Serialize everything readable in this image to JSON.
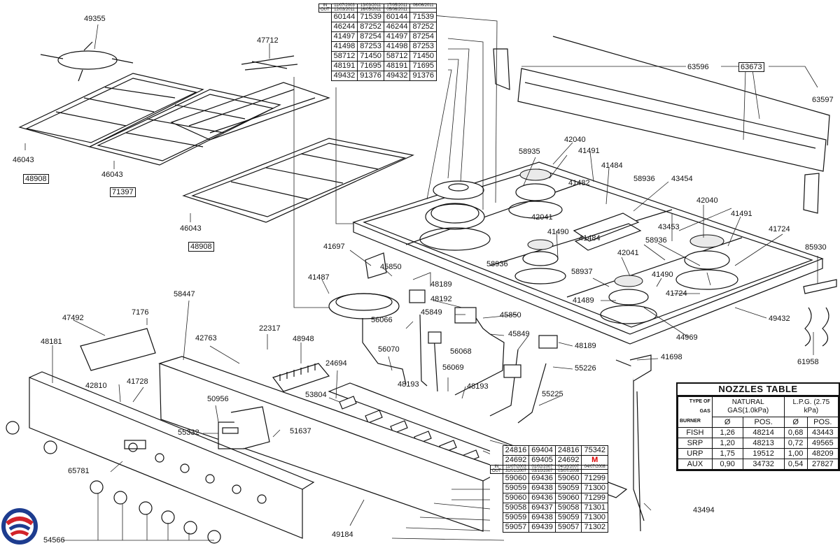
{
  "part_labels": [
    {
      "id": "49355",
      "text": "49355"
    },
    {
      "id": "47712",
      "text": "47712"
    },
    {
      "id": "46043a",
      "text": "46043"
    },
    {
      "id": "48908a",
      "text": "48908",
      "boxed": true
    },
    {
      "id": "46043b",
      "text": "46043"
    },
    {
      "id": "71397",
      "text": "71397",
      "boxed": true
    },
    {
      "id": "46043c",
      "text": "46043"
    },
    {
      "id": "48908b",
      "text": "48908",
      "boxed": true
    },
    {
      "id": "63596",
      "text": "63596"
    },
    {
      "id": "63673",
      "text": "63673",
      "boxed": true
    },
    {
      "id": "63597",
      "text": "63597"
    },
    {
      "id": "42040a",
      "text": "42040"
    },
    {
      "id": "58935",
      "text": "58935"
    },
    {
      "id": "41491a",
      "text": "41491"
    },
    {
      "id": "41484a",
      "text": "41484"
    },
    {
      "id": "41482",
      "text": "41482"
    },
    {
      "id": "58936a",
      "text": "58936"
    },
    {
      "id": "43454",
      "text": "43454"
    },
    {
      "id": "42041a",
      "text": "42041"
    },
    {
      "id": "42040b",
      "text": "42040"
    },
    {
      "id": "41491b",
      "text": "41491"
    },
    {
      "id": "43453",
      "text": "43453"
    },
    {
      "id": "41724a",
      "text": "41724"
    },
    {
      "id": "41490a",
      "text": "41490"
    },
    {
      "id": "41484b",
      "text": "41484"
    },
    {
      "id": "58936b",
      "text": "58936"
    },
    {
      "id": "42041b",
      "text": "42041"
    },
    {
      "id": "85930",
      "text": "85930"
    },
    {
      "id": "41697",
      "text": "41697"
    },
    {
      "id": "45850a",
      "text": "45850"
    },
    {
      "id": "58936c",
      "text": "58936"
    },
    {
      "id": "58937",
      "text": "58937"
    },
    {
      "id": "41490b",
      "text": "41490"
    },
    {
      "id": "41487",
      "text": "41487"
    },
    {
      "id": "48189a",
      "text": "48189"
    },
    {
      "id": "48192",
      "text": "48192"
    },
    {
      "id": "41489",
      "text": "41489"
    },
    {
      "id": "41724b",
      "text": "41724"
    },
    {
      "id": "45849a",
      "text": "45849"
    },
    {
      "id": "45850b",
      "text": "45850"
    },
    {
      "id": "49432",
      "text": "49432"
    },
    {
      "id": "58447",
      "text": "58447"
    },
    {
      "id": "7176",
      "text": "7176"
    },
    {
      "id": "56066",
      "text": "56066"
    },
    {
      "id": "47492",
      "text": "47492"
    },
    {
      "id": "22317",
      "text": "22317"
    },
    {
      "id": "45849b",
      "text": "45849"
    },
    {
      "id": "44969",
      "text": "44969"
    },
    {
      "id": "42763",
      "text": "42763"
    },
    {
      "id": "48948",
      "text": "48948"
    },
    {
      "id": "56070",
      "text": "56070"
    },
    {
      "id": "56068",
      "text": "56068"
    },
    {
      "id": "48189b",
      "text": "48189"
    },
    {
      "id": "61958",
      "text": "61958"
    },
    {
      "id": "48181",
      "text": "48181"
    },
    {
      "id": "41698",
      "text": "41698"
    },
    {
      "id": "24694",
      "text": "24694"
    },
    {
      "id": "56069",
      "text": "56069"
    },
    {
      "id": "55226",
      "text": "55226"
    },
    {
      "id": "42810",
      "text": "42810"
    },
    {
      "id": "41728",
      "text": "41728"
    },
    {
      "id": "48193a",
      "text": "48193"
    },
    {
      "id": "48193b",
      "text": "48193"
    },
    {
      "id": "50956",
      "text": "50956"
    },
    {
      "id": "53804",
      "text": "53804"
    },
    {
      "id": "55225",
      "text": "55225"
    },
    {
      "id": "55332",
      "text": "55332"
    },
    {
      "id": "51637",
      "text": "51637"
    },
    {
      "id": "65781",
      "text": "65781"
    },
    {
      "id": "43494",
      "text": "43494"
    },
    {
      "id": "49184",
      "text": "49184"
    },
    {
      "id": "54566",
      "text": "54566"
    }
  ],
  "top_table": {
    "header_in": [
      "IN",
      "11/07/2003",
      "13/03/2011",
      "17/05/2011",
      "06/06/2011"
    ],
    "header_out": [
      "OUT",
      "12/03/2011",
      "16/05/2011",
      "05/06/2011",
      ""
    ],
    "rows": [
      [
        "60144",
        "71539",
        "60144",
        "71539"
      ],
      [
        "46244",
        "87252",
        "46244",
        "87252"
      ],
      [
        "41497",
        "87254",
        "41497",
        "87254"
      ],
      [
        "41498",
        "87253",
        "41498",
        "87253"
      ],
      [
        "58712",
        "71450",
        "58712",
        "71450"
      ],
      [
        "48191",
        "71695",
        "48191",
        "71695"
      ],
      [
        "49432",
        "91376",
        "49432",
        "91376"
      ]
    ]
  },
  "bottom_table": {
    "top_rows": [
      [
        "24816",
        "69404",
        "24816",
        "75342"
      ],
      [
        "24692",
        "69405",
        "24692",
        "M"
      ]
    ],
    "header_in": [
      "IN",
      "11/07/2003",
      "01/02/2007",
      "04/10/2007",
      "04/07/2008"
    ],
    "header_out": [
      "OUT",
      "31/01/2007",
      "03/10/2007",
      "03/07/2008",
      ""
    ],
    "rows": [
      [
        "59060",
        "69436",
        "59060",
        "71299"
      ],
      [
        "59059",
        "69438",
        "59059",
        "71300"
      ],
      [
        "59060",
        "69436",
        "59060",
        "71299"
      ],
      [
        "59058",
        "69437",
        "59058",
        "71301"
      ],
      [
        "59059",
        "69438",
        "59059",
        "71300"
      ],
      [
        "59057",
        "69439",
        "59057",
        "71302"
      ]
    ]
  },
  "nozzles_table": {
    "title": "NOZZLES TABLE",
    "type_of_gas": "TYPE OF GAS",
    "burner": "BURNER",
    "natural_gas": "NATURAL GAS(1.0kPa)",
    "lpg": "L.P.G. (2.75 kPa)",
    "col_dia": "Ø",
    "col_pos": "POS.",
    "rows": [
      [
        "FISH",
        "1,26",
        "48214",
        "0,68",
        "43443"
      ],
      [
        "SRP",
        "1,20",
        "48213",
        "0,72",
        "49565"
      ],
      [
        "URP",
        "1,75",
        "19512",
        "1,00",
        "48209"
      ],
      [
        "AUX",
        "0,90",
        "34732",
        "0,54",
        "27827"
      ]
    ]
  },
  "colors": {
    "logo_blue": "#1d3c8f",
    "logo_red": "#d2232a",
    "highlight_red": "#dd0000"
  }
}
